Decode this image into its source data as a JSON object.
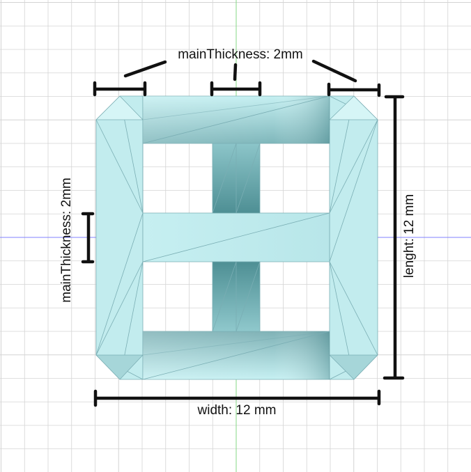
{
  "annotations": {
    "top_thickness": "mainThickness: 2mm",
    "left_thickness": "mainThickness: 2mm",
    "width": "width: 12 mm",
    "length": "lenght: 12 mm"
  },
  "colors": {
    "background": "#ffffff",
    "grid": "#d4d4d4",
    "axis_x": "#7f7fff",
    "axis_y": "#7fd67f",
    "face": "#c4eef0",
    "edge": "#7aaeb4",
    "dimension_ink": "#111111"
  }
}
